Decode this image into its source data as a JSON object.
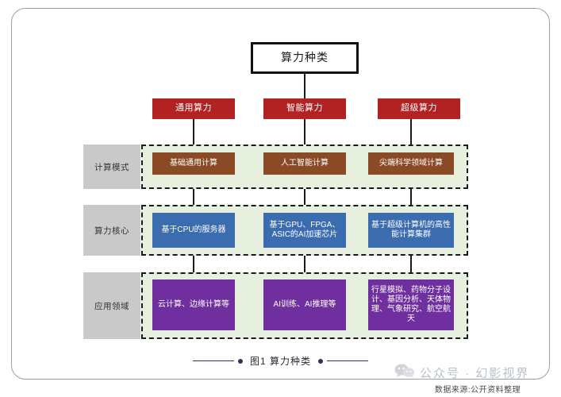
{
  "title_box": {
    "label": "算力种类"
  },
  "categories": [
    {
      "label": "通用算力"
    },
    {
      "label": "智能算力"
    },
    {
      "label": "超级算力"
    }
  ],
  "rows": [
    {
      "label": "计算模式",
      "nodes": [
        "基础通用计算",
        "人工智能计算",
        "尖端科学领域计算"
      ]
    },
    {
      "label": "算力核心",
      "nodes": [
        "基于CPU的服务器",
        "基于GPU、FPGA、ASIC的AI加速芯片",
        "基于超级计算机的高性能计算集群"
      ]
    },
    {
      "label": "应用领域",
      "nodes": [
        "云计算、边缘计算等",
        "AI训练、AI推理等",
        "行星模拟、药物分子设计、基因分析、天体物理、气象研究、航空航天"
      ]
    }
  ],
  "caption": {
    "text": "图1 算力种类"
  },
  "watermark": {
    "icon": "wechat-icon",
    "text": "公众号 · 幻影视界",
    "source": "数据来源:公开资料整理"
  },
  "colors": {
    "title_border": "#111111",
    "category": "#b32222",
    "row_label": "#c9c9c9",
    "band_fill": "#e7f0df",
    "band_border": "#1a1a1a",
    "row0_node": "#8a4a25",
    "row1_node": "#3b6cb0",
    "row2_node": "#6f2f9e",
    "caption": "#2b3557",
    "watermark": "#b9bfcc"
  }
}
